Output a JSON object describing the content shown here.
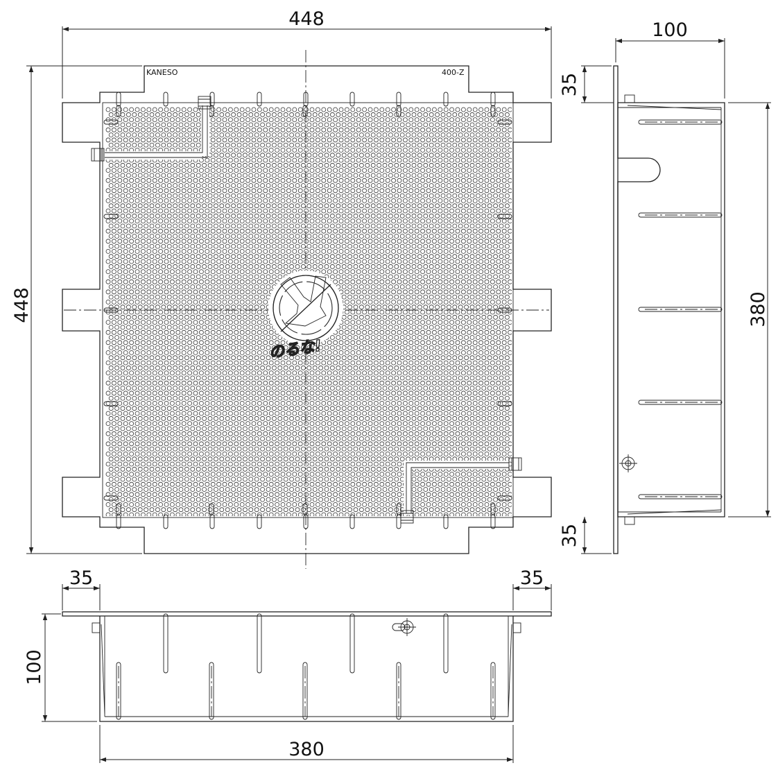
{
  "plan_view": {
    "brand_label": "KANESO",
    "model_label": "400-Z",
    "width_dim": "448",
    "height_dim": "448",
    "warning_text": "のるな!"
  },
  "side_view": {
    "depth_dim": "100",
    "top_flange_dim": "35",
    "inner_dim": "380",
    "bottom_flange_dim": "35"
  },
  "front_view": {
    "left_flange_dim": "35",
    "right_flange_dim": "35",
    "depth_dim": "100",
    "inner_dim": "380"
  }
}
